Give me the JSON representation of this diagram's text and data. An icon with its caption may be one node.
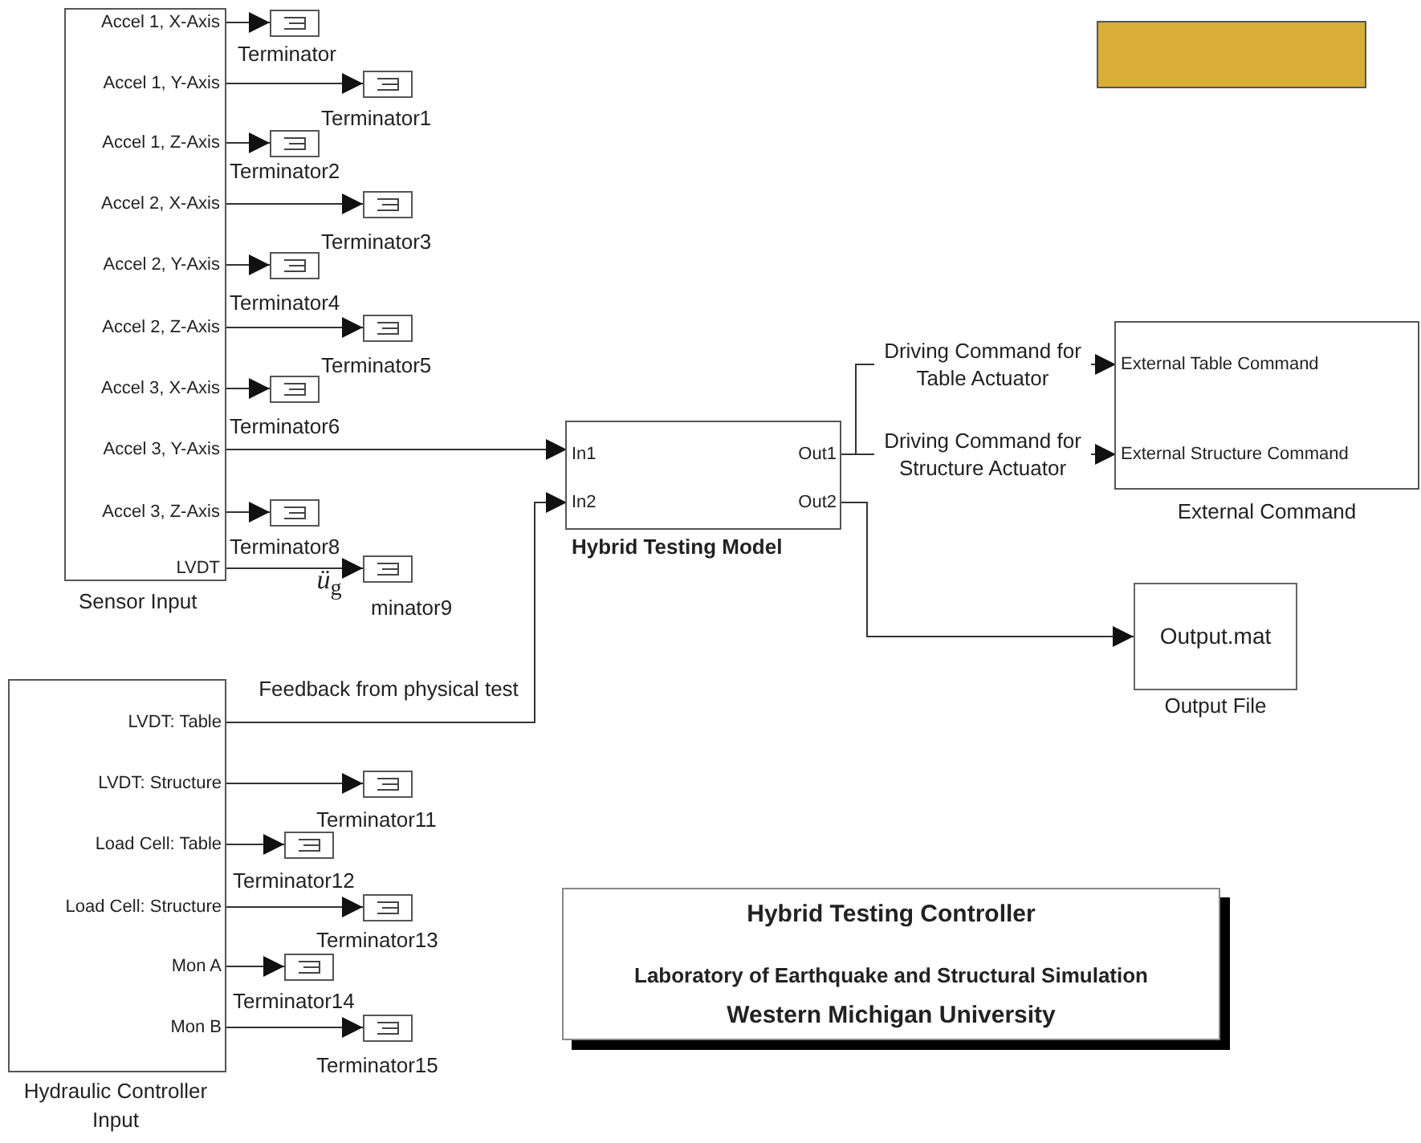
{
  "diagram": {
    "nodes": [
      {
        "text": [],
        "shape": "box",
        "beside": [
          "Sensor Input"
        ]
      },
      {
        "text": [
          "Accel 1, X-Axis"
        ],
        "in": 0
      },
      {
        "text": [
          "Accel 1, Y-Axis"
        ],
        "in": 0
      },
      {
        "text": [
          "Accel 1, Z-Axis"
        ],
        "in": 0
      },
      {
        "text": [
          "Accel 2, X-Axis"
        ],
        "in": 0
      },
      {
        "text": [
          "Accel 2, Y-Axis"
        ],
        "in": 0
      },
      {
        "text": [
          "Accel 2, Z-Axis"
        ],
        "in": 0
      },
      {
        "text": [
          "Accel 3, X-Axis"
        ],
        "in": 0
      },
      {
        "text": [
          "Accel 3, Y-Axis"
        ],
        "in": 0
      },
      {
        "text": [
          "Accel 3, Z-Axis"
        ],
        "in": 0
      },
      {
        "text": [
          "LVDT"
        ],
        "in": 0
      },
      {
        "text": [],
        "shape": "box",
        "beside": [
          "Terminator"
        ]
      },
      {
        "text": [],
        "shape": "box",
        "beside": [
          "Terminator1"
        ]
      },
      {
        "text": [],
        "shape": "box",
        "beside": [
          "Terminator2"
        ]
      },
      {
        "text": [],
        "shape": "box",
        "beside": [
          "Terminator3"
        ]
      },
      {
        "text": [],
        "shape": "box",
        "beside": [
          "Terminator4"
        ]
      },
      {
        "text": [],
        "shape": "box",
        "beside": [
          "Terminator5"
        ]
      },
      {
        "text": [],
        "shape": "box",
        "beside": [
          "Terminator6"
        ]
      },
      {
        "text": [],
        "shape": "box",
        "beside": [
          "Terminator8"
        ]
      },
      {
        "text": [],
        "shape": "box",
        "beside": [
          "minator9"
        ]
      },
      {
        "text": [],
        "shape": "box",
        "beside": [
          "Hybrid Testing Model"
        ]
      },
      {
        "text": [
          "In1"
        ],
        "in": 20
      },
      {
        "text": [
          "In2"
        ],
        "in": 20
      },
      {
        "text": [
          "Out1"
        ],
        "in": 20
      },
      {
        "text": [
          "Out2"
        ],
        "in": 20
      },
      {
        "text": [],
        "shape": "box",
        "beside": [
          "External Command"
        ]
      },
      {
        "text": [
          "External Table Command"
        ],
        "in": 25
      },
      {
        "text": [
          "External Structure Command"
        ],
        "in": 25
      },
      {
        "text": [
          "Output.mat"
        ],
        "beside": [
          "Output File"
        ]
      },
      {
        "text": [],
        "shape": "box"
      },
      {
        "text": [],
        "shape": "box",
        "beside": [
          "Hydraulic Controller Input"
        ]
      },
      {
        "text": [
          "LVDT: Table"
        ],
        "in": 30
      },
      {
        "text": [
          "LVDT: Structure"
        ],
        "in": 30
      },
      {
        "text": [
          "Load Cell: Table"
        ],
        "in": 30
      },
      {
        "text": [
          "Load Cell: Structure"
        ],
        "in": 30
      },
      {
        "text": [
          "Mon A"
        ],
        "in": 30
      },
      {
        "text": [
          "Mon B"
        ],
        "in": 30
      },
      {
        "text": [],
        "shape": "box",
        "beside": [
          "Terminator11"
        ]
      },
      {
        "text": [],
        "shape": "box",
        "beside": [
          "Terminator12"
        ]
      },
      {
        "text": [],
        "shape": "box",
        "beside": [
          "Terminator13"
        ]
      },
      {
        "text": [],
        "shape": "box",
        "beside": [
          "Terminator14"
        ]
      },
      {
        "text": [],
        "shape": "box",
        "beside": [
          "Terminator15"
        ]
      },
      {
        "text": [
          "Hybrid Testing Controller",
          "Laboratory of Earthquake and Structural Simulation",
          "Western Michigan University"
        ]
      }
    ],
    "edges": [
      {
        "from": 1,
        "to": 11,
        "arrow": "to"
      },
      {
        "from": 2,
        "to": 12,
        "arrow": "to"
      },
      {
        "from": 3,
        "to": 13,
        "arrow": "to"
      },
      {
        "from": 4,
        "to": 14,
        "arrow": "to"
      },
      {
        "from": 5,
        "to": 15,
        "arrow": "to"
      },
      {
        "from": 6,
        "to": 16,
        "arrow": "to"
      },
      {
        "from": 7,
        "to": 17,
        "arrow": "to"
      },
      {
        "from": 8,
        "to": 21,
        "arrow": "to"
      },
      {
        "from": 9,
        "to": 18,
        "arrow": "to"
      },
      {
        "from": 10,
        "to": 19,
        "arrow": "to",
        "label": "*ü*$_{g}$"
      },
      {
        "from": 31,
        "to": 22,
        "arrow": "to",
        "label": "Feedback from physical test"
      },
      {
        "from": 23,
        "to": 26,
        "arrow": "to",
        "label": "Driving Command for Table Actuator"
      },
      {
        "from": 23,
        "to": 27,
        "arrow": "to",
        "label": "Driving Command for Structure Actuator"
      },
      {
        "from": 24,
        "to": 28,
        "arrow": "to"
      },
      {
        "from": 32,
        "to": 37,
        "arrow": "to"
      },
      {
        "from": 33,
        "to": 38,
        "arrow": "to"
      },
      {
        "from": 34,
        "to": 39,
        "arrow": "to"
      },
      {
        "from": 35,
        "to": 40,
        "arrow": "to"
      },
      {
        "from": 36,
        "to": 41,
        "arrow": "to"
      }
    ]
  }
}
